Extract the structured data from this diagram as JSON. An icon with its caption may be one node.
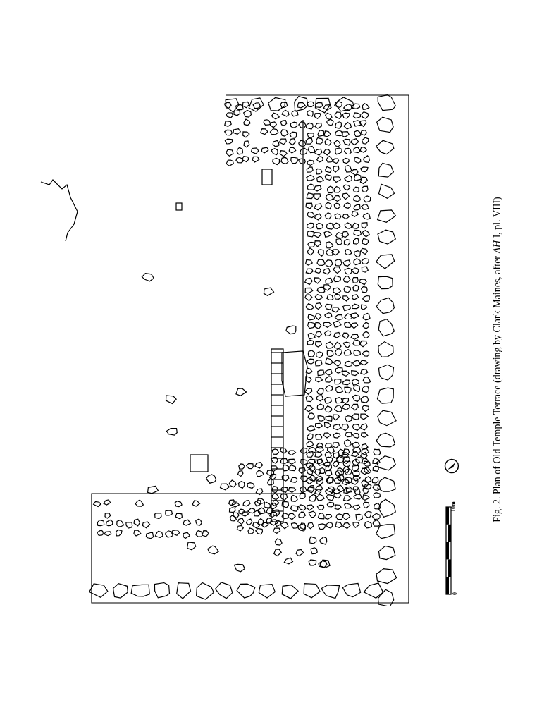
{
  "diagram": {
    "caption": "Fig. 2. Plan of Old Temple Terrace (drawing by Clark Maines, after *AH* I, pl. VIII)",
    "labels": [
      "10m",
      "0"
    ]
  }
}
